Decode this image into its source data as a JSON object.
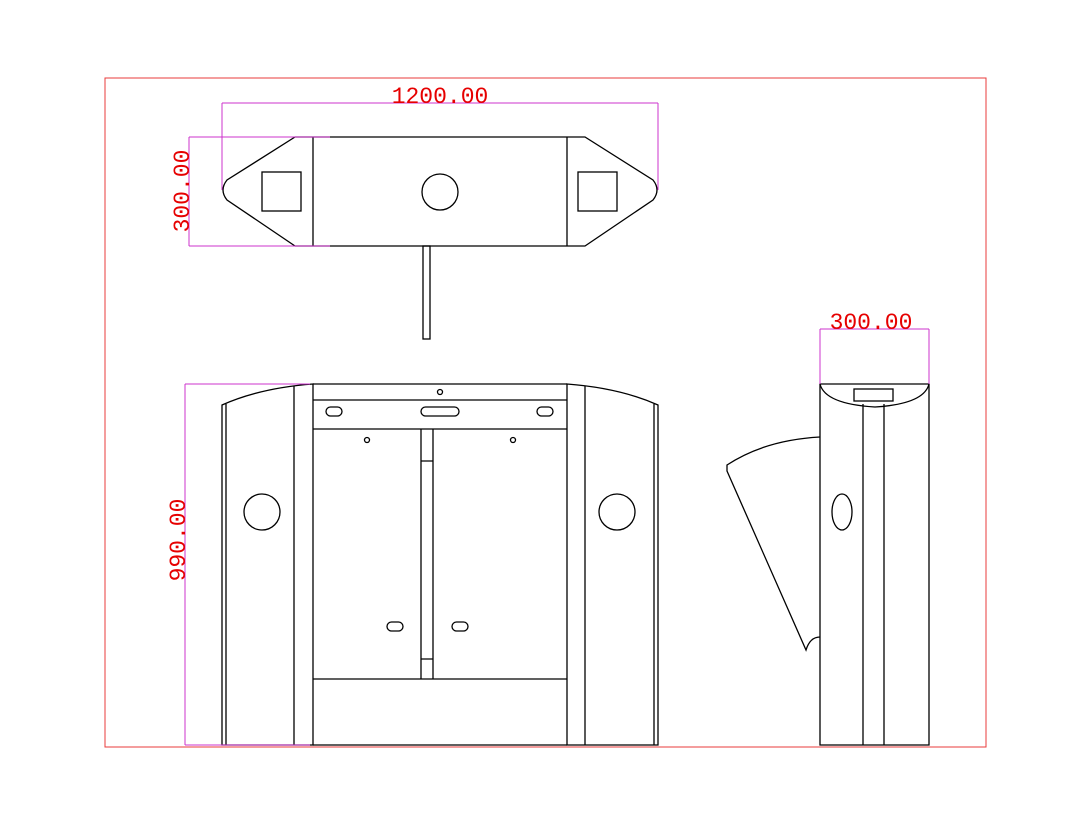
{
  "drawing": {
    "top_view": {
      "width_label": "1200.00",
      "depth_label": "300.00"
    },
    "front_view": {
      "height_label": "990.00"
    },
    "side_view": {
      "width_label": "300.00"
    }
  },
  "colors": {
    "frame": "#e83b3b",
    "dimension_lines": "#cc33cc",
    "dimension_text": "#e60000",
    "outline": "#000000"
  }
}
